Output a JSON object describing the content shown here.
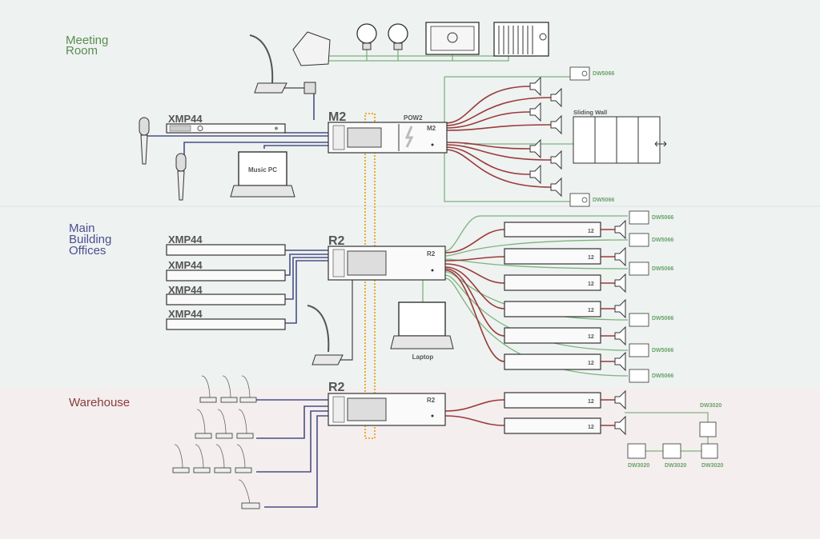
{
  "zones": [
    {
      "id": "meeting",
      "line1": "Meeting",
      "line2": "Room",
      "line3": "",
      "color": "#5b8c4f",
      "bg": "#eef2f1"
    },
    {
      "id": "main",
      "line1": "Main",
      "line2": "Building",
      "line3": "Offices",
      "color": "#4b4f8f",
      "bg": "#eef2f1"
    },
    {
      "id": "warehouse",
      "line1": "Warehouse",
      "line2": "",
      "line3": "",
      "color": "#8a3a3a",
      "bg": "#f4eeee"
    }
  ],
  "devices": {
    "m2": "M2",
    "r2_main": "R2",
    "r2_warehouse": "R2",
    "pow2": "POW2",
    "m2_badge": "M2",
    "r2_badge": "R2",
    "xmp44": "XMP44",
    "music_pc": "Music PC",
    "laptop": "Laptop",
    "sliding_wall": "Sliding Wall",
    "dw5066": "DW5066",
    "dw3020": "DW3020",
    "amp_badge": "12"
  },
  "colors": {
    "control_wire": "#4a4f86",
    "speaker_wire": "#9a3b3b",
    "network_wire": "#7db37d",
    "dante_link": "#f0a21a"
  },
  "icons": [
    "microphone-icon",
    "gooseneck-mic-icon",
    "touch-panel-icon",
    "light-bulb-icon",
    "projector-screen-icon",
    "blinds-icon",
    "speaker-icon",
    "amplifier-icon",
    "wall-panel-icon",
    "laptop-icon"
  ]
}
